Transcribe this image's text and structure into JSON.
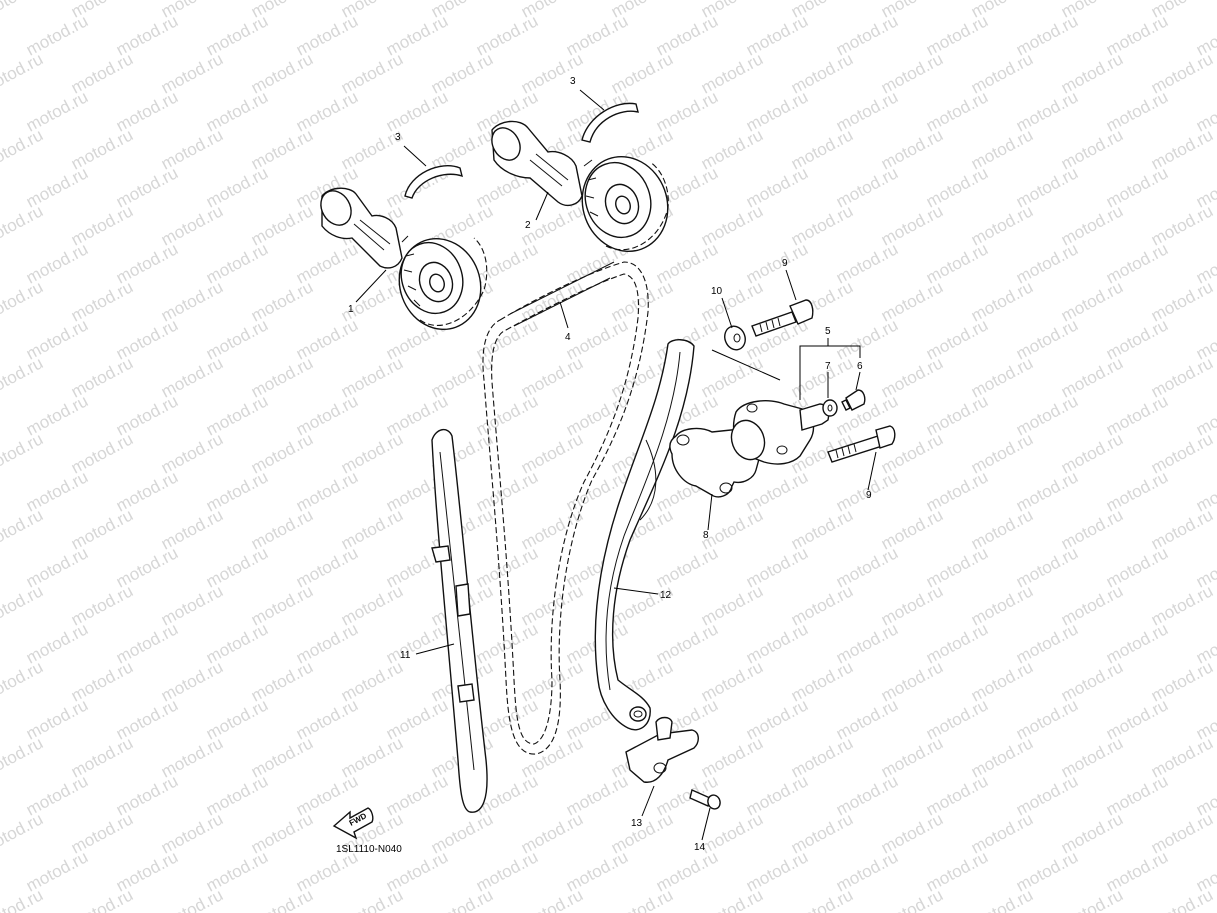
{
  "watermark": {
    "text": "motod.ru",
    "color": "#d6d6d6"
  },
  "diagram_code": "1SL1110-N040",
  "fwd_badge": "FWD",
  "labels": {
    "l1": "1",
    "l2": "2",
    "l3a": "3",
    "l3b": "3",
    "l4": "4",
    "l5": "5",
    "l6": "6",
    "l7": "7",
    "l8": "8",
    "l9a": "9",
    "l9b": "9",
    "l10": "10",
    "l11": "11",
    "l12": "12",
    "l13": "13",
    "l14": "14"
  }
}
